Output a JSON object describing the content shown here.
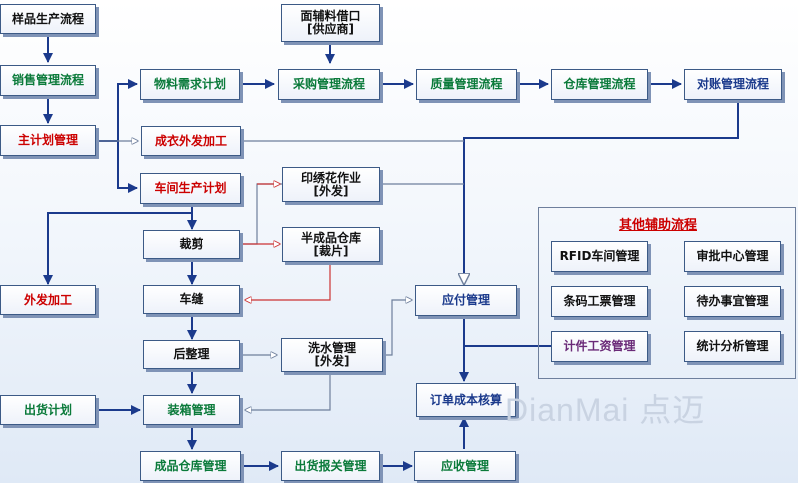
{
  "nodes": {
    "sample": "样品生产流程",
    "sales": "销售管理流程",
    "master_plan": "主计划管理",
    "outsource": "外发加工",
    "material_plan": "物料需求计划",
    "garment_out": "成衣外发加工",
    "workshop_plan": "车间生产计划",
    "supplier_l1": "面辅料借口",
    "supplier_l2": "[供应商]",
    "purchase": "采购管理流程",
    "quality": "质量管理流程",
    "warehouse": "仓库管理流程",
    "reconcile": "对账管理流程",
    "print_l1": "印绣花作业",
    "print_l2": "[外发]",
    "semi_l1": "半成品仓库",
    "semi_l2": "[裁片]",
    "wash_l1": "洗水管理",
    "wash_l2": "[外发]",
    "cutting": "裁剪",
    "sewing": "车缝",
    "finishing": "后整理",
    "packing": "装箱管理",
    "ship_plan": "出货计划",
    "finished_wh": "成品仓库管理",
    "customs": "出货报关管理",
    "receivable": "应收管理",
    "payable": "应付管理",
    "cost": "订单成本核算"
  },
  "aux": {
    "title": "其他辅助流程",
    "rfid": "RFID车间管理",
    "approval": "审批中心管理",
    "barcode": "条码工票管理",
    "todo": "待办事宜管理",
    "piecework": "计件工资管理",
    "stats": "统计分析管理"
  },
  "watermark": "DianMai 点迈",
  "colors": {
    "green_text": "#0a7a3a",
    "red_text": "#cc0000",
    "navy_text": "#1b3a8c",
    "purple_text": "#6a2a78",
    "arrow": "#1b3a8c",
    "red_arrow": "#cc3333",
    "border": "#3c5a86"
  }
}
